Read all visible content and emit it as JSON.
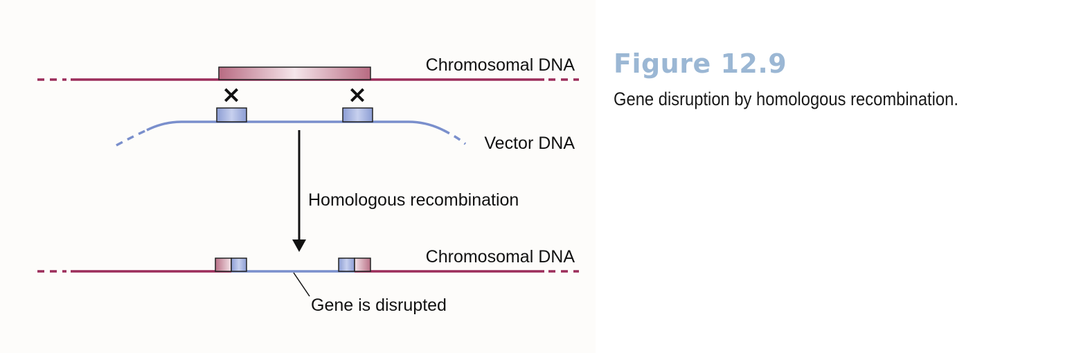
{
  "figure": {
    "title": "Figure 12.9",
    "caption": "Gene disruption by homologous recombination."
  },
  "diagram": {
    "labels": {
      "chromosomal_top": "Chromosomal DNA",
      "vector": "Vector DNA",
      "arrow_label": "Homologous recombination",
      "chromosomal_bottom": "Chromosomal DNA",
      "disrupted": "Gene is disrupted"
    },
    "crossover_mark": "×",
    "colors": {
      "chromosome": "#9b2d5a",
      "vector": "#7a8fcc",
      "gene_fill_light": "#f2dfe5",
      "gene_fill_dark": "#b86b82",
      "homology_fill": "#a6b4e0",
      "figure_title": "#9bb7d4"
    }
  }
}
